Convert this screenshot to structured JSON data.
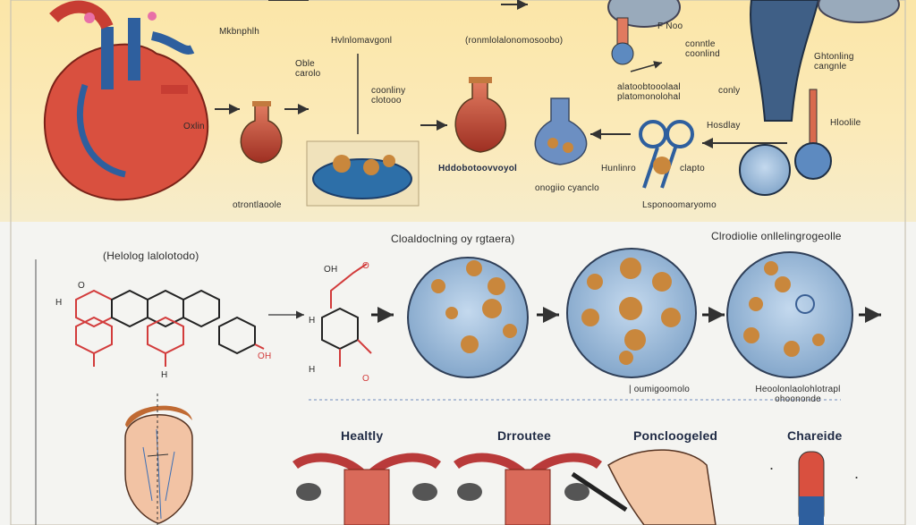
{
  "top_labels": {
    "label_a": "Mkbnphlh",
    "label_b": "Hvlnlomavgonl",
    "label_c": "(ronmlolalonomosoobo)",
    "label_d": "F Noo",
    "label_e": "Oxlin",
    "label_f": "Oble carolo",
    "label_g": "coonliny clotooo",
    "label_h": "Hddobotoovvoyol",
    "label_i": "onogiio cyanclo",
    "label_j": "otrontlaoole",
    "label_k": "conntle coonlind",
    "label_l": "conly",
    "label_m": "alatoobtooolaal platomonolohal",
    "label_n": "Hosdlay",
    "label_o": "Hunlinro",
    "label_p": "clapto",
    "label_q": "Lsponoomaryomo",
    "label_r": "Ghtonling cangnle",
    "label_s": "Hloolile"
  },
  "bottom_labels": {
    "left_title": "(Helolog lalolotodo)",
    "center_title": "Cloaldoclning oy rgtaera)",
    "right_title": "Clrodiolie onllelingrogeolle",
    "caption_1": "| oumigoomolo",
    "caption_2": "Heoolonlaolohlotrapl ohoononde",
    "stage_1": "Healtly",
    "stage_2": "Drroutee",
    "stage_3": "Poncloogeled",
    "stage_4": "Chareide"
  },
  "chem_labels": {
    "o1": "O",
    "h1": "H",
    "oh1": "OH",
    "o2": "O",
    "h2": "H",
    "oh2": "OH",
    "o3": "O",
    "h3": "H",
    "h4": "H"
  },
  "colors": {
    "heart_red": "#d9503f",
    "vessel_blue": "#2e5f9e",
    "liquid_red": "#b8392c",
    "circle_blue": "#9bb9d8",
    "cell_brown": "#c9873c",
    "bond_red": "#d23b3b",
    "bond_black": "#222222"
  }
}
